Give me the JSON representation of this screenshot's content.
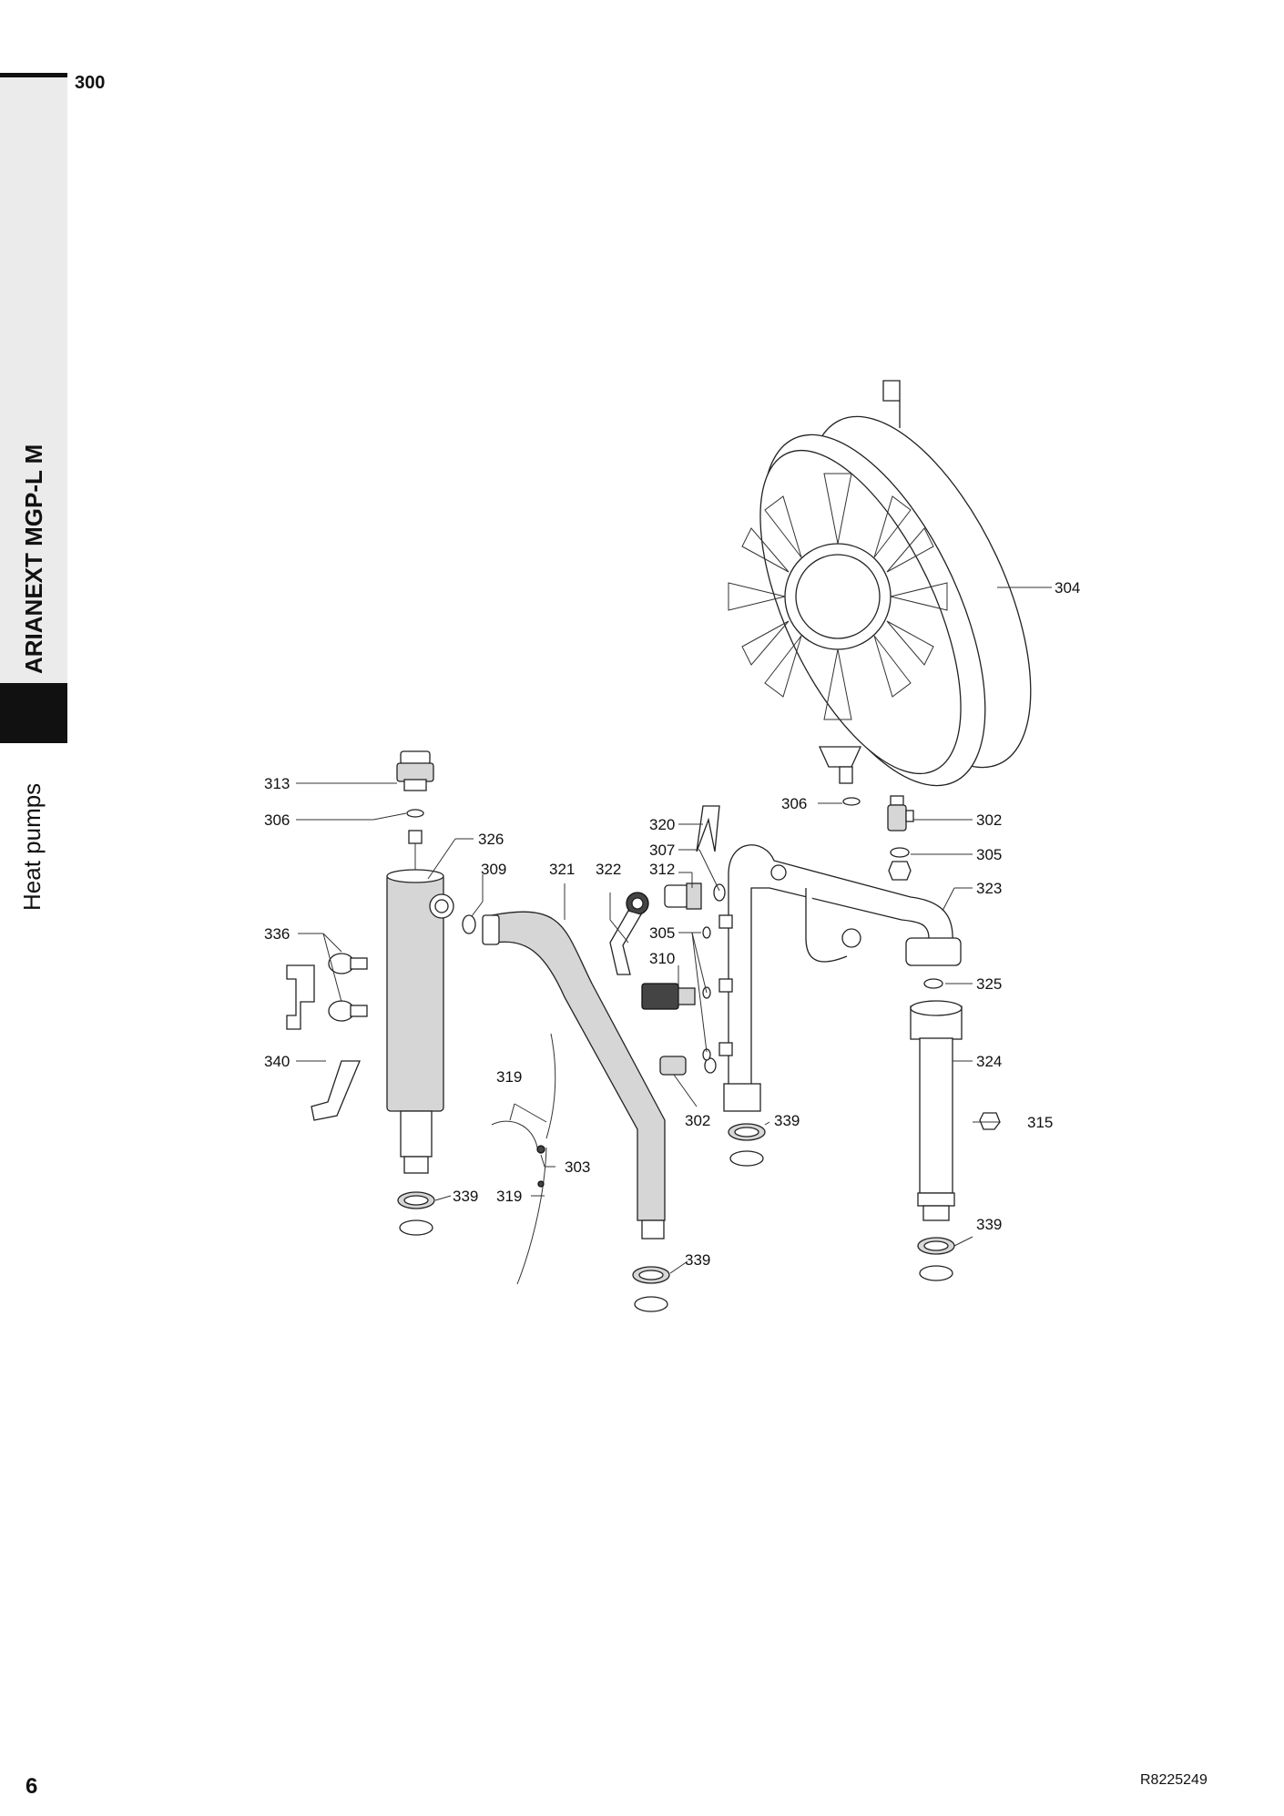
{
  "page": {
    "section_number": "300",
    "product_title": "ARIANEXT MGP-L M",
    "category": "Heat pumps",
    "page_number": "6",
    "reference": "R8225249"
  },
  "callouts": [
    {
      "id": "c313",
      "text": "313"
    },
    {
      "id": "c306a",
      "text": "306"
    },
    {
      "id": "c326",
      "text": "326"
    },
    {
      "id": "c309",
      "text": "309"
    },
    {
      "id": "c321",
      "text": "321"
    },
    {
      "id": "c322",
      "text": "322"
    },
    {
      "id": "c320",
      "text": "320"
    },
    {
      "id": "c307",
      "text": "307"
    },
    {
      "id": "c312",
      "text": "312"
    },
    {
      "id": "c306b",
      "text": "306"
    },
    {
      "id": "c302a",
      "text": "302"
    },
    {
      "id": "c304",
      "text": "304"
    },
    {
      "id": "c305a",
      "text": "305"
    },
    {
      "id": "c323",
      "text": "323"
    },
    {
      "id": "c336",
      "text": "336"
    },
    {
      "id": "c305b",
      "text": "305"
    },
    {
      "id": "c310",
      "text": "310"
    },
    {
      "id": "c325",
      "text": "325"
    },
    {
      "id": "c340",
      "text": "340"
    },
    {
      "id": "c324",
      "text": "324"
    },
    {
      "id": "c319a",
      "text": "319"
    },
    {
      "id": "c302b",
      "text": "302"
    },
    {
      "id": "c339a",
      "text": "339"
    },
    {
      "id": "c315",
      "text": "315"
    },
    {
      "id": "c303",
      "text": "303"
    },
    {
      "id": "c339b",
      "text": "339"
    },
    {
      "id": "c319b",
      "text": "319"
    },
    {
      "id": "c339c",
      "text": "339"
    },
    {
      "id": "c339d",
      "text": "339"
    }
  ]
}
